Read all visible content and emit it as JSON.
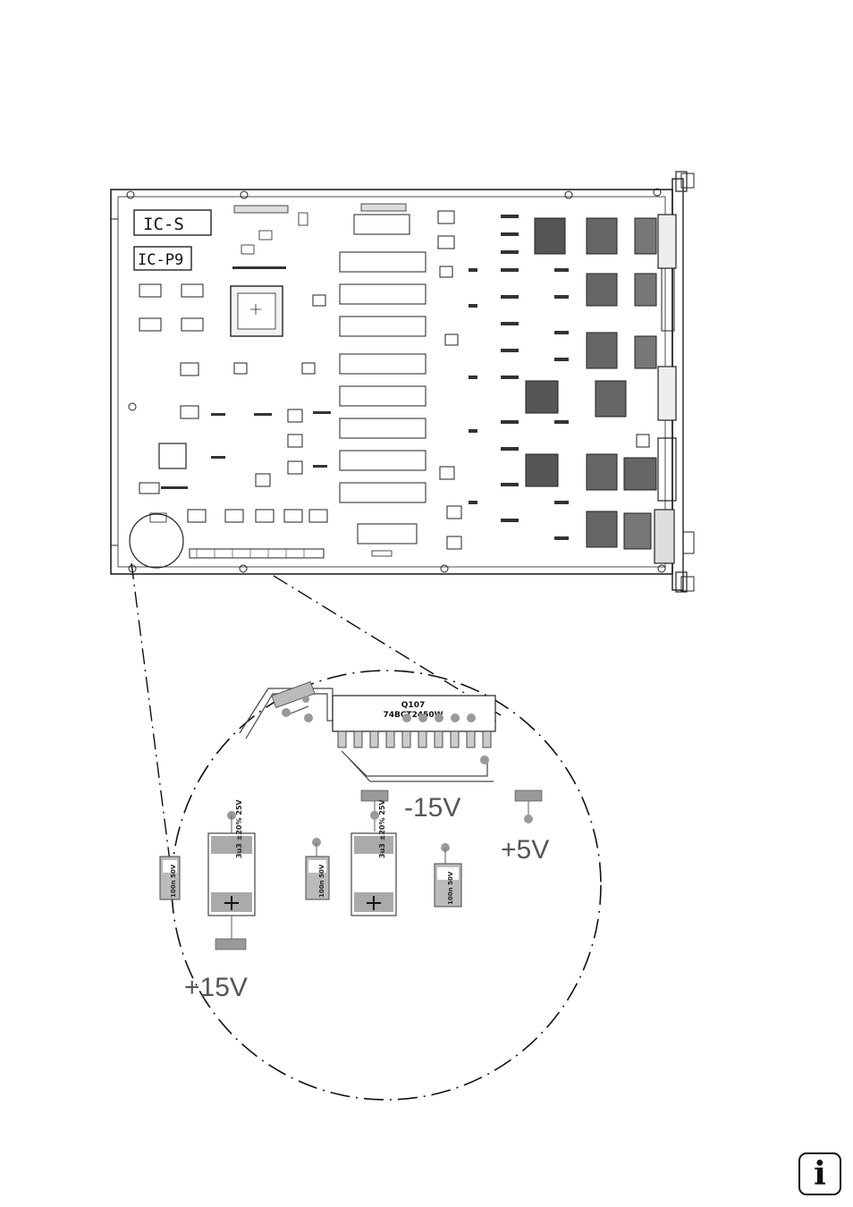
{
  "board": {
    "label_ic_s": "IC-S",
    "label_ic_p9": "IC-P9"
  },
  "detail": {
    "ic_ref": "Q107",
    "ic_part": "74BCT2450W",
    "voltage_neg15": "-15V",
    "voltage_pos5": "+5V",
    "voltage_pos15": "+15V"
  },
  "page": {
    "info_icon": "info-icon",
    "info_glyph": "i"
  }
}
